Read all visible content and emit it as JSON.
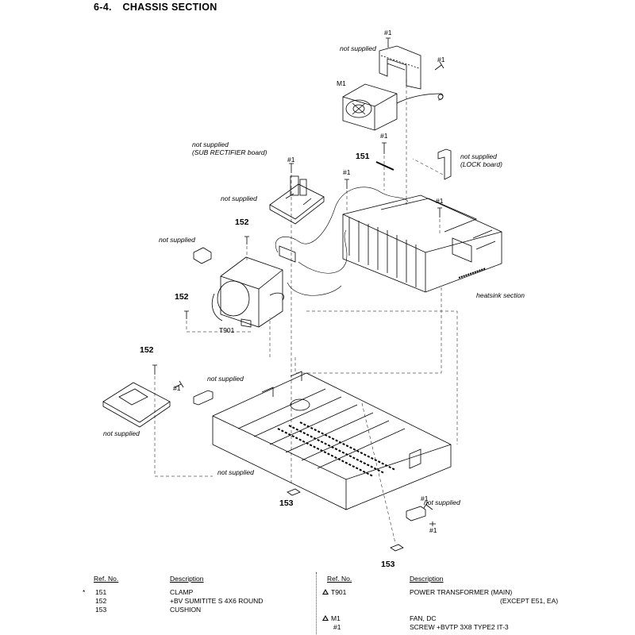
{
  "heading": {
    "number": "6-4.",
    "title": "CHASSIS SECTION"
  },
  "callouts": {
    "not_supplied": "not supplied",
    "sub_rectifier_line2": "(SUB RECTIFIER board)",
    "lock_board_line2": "(LOCK board)",
    "heatsink": "heatsink section",
    "m1": "M1",
    "t901": "T901",
    "screw": "#1",
    "r151": "151",
    "r152": "152",
    "r153": "153"
  },
  "table": {
    "ref_header": "Ref. No.",
    "desc_header": "Description",
    "left_rows": [
      {
        "mark": "*",
        "ref": "151",
        "desc": "CLAMP"
      },
      {
        "mark": "",
        "ref": "152",
        "desc": "+BV SUMITITE S 4X6 ROUND"
      },
      {
        "mark": "",
        "ref": "153",
        "desc": "CUSHION"
      }
    ],
    "right_rows": [
      {
        "ref": "T901",
        "desc": "POWER TRANSFORMER (MAIN)",
        "note": "(EXCEPT E51, EA)"
      },
      {
        "ref": "M1",
        "desc": "FAN, DC"
      },
      {
        "ref": "#1",
        "desc": "SCREW +BVTP 3X8 TYPE2 IT-3"
      }
    ]
  }
}
